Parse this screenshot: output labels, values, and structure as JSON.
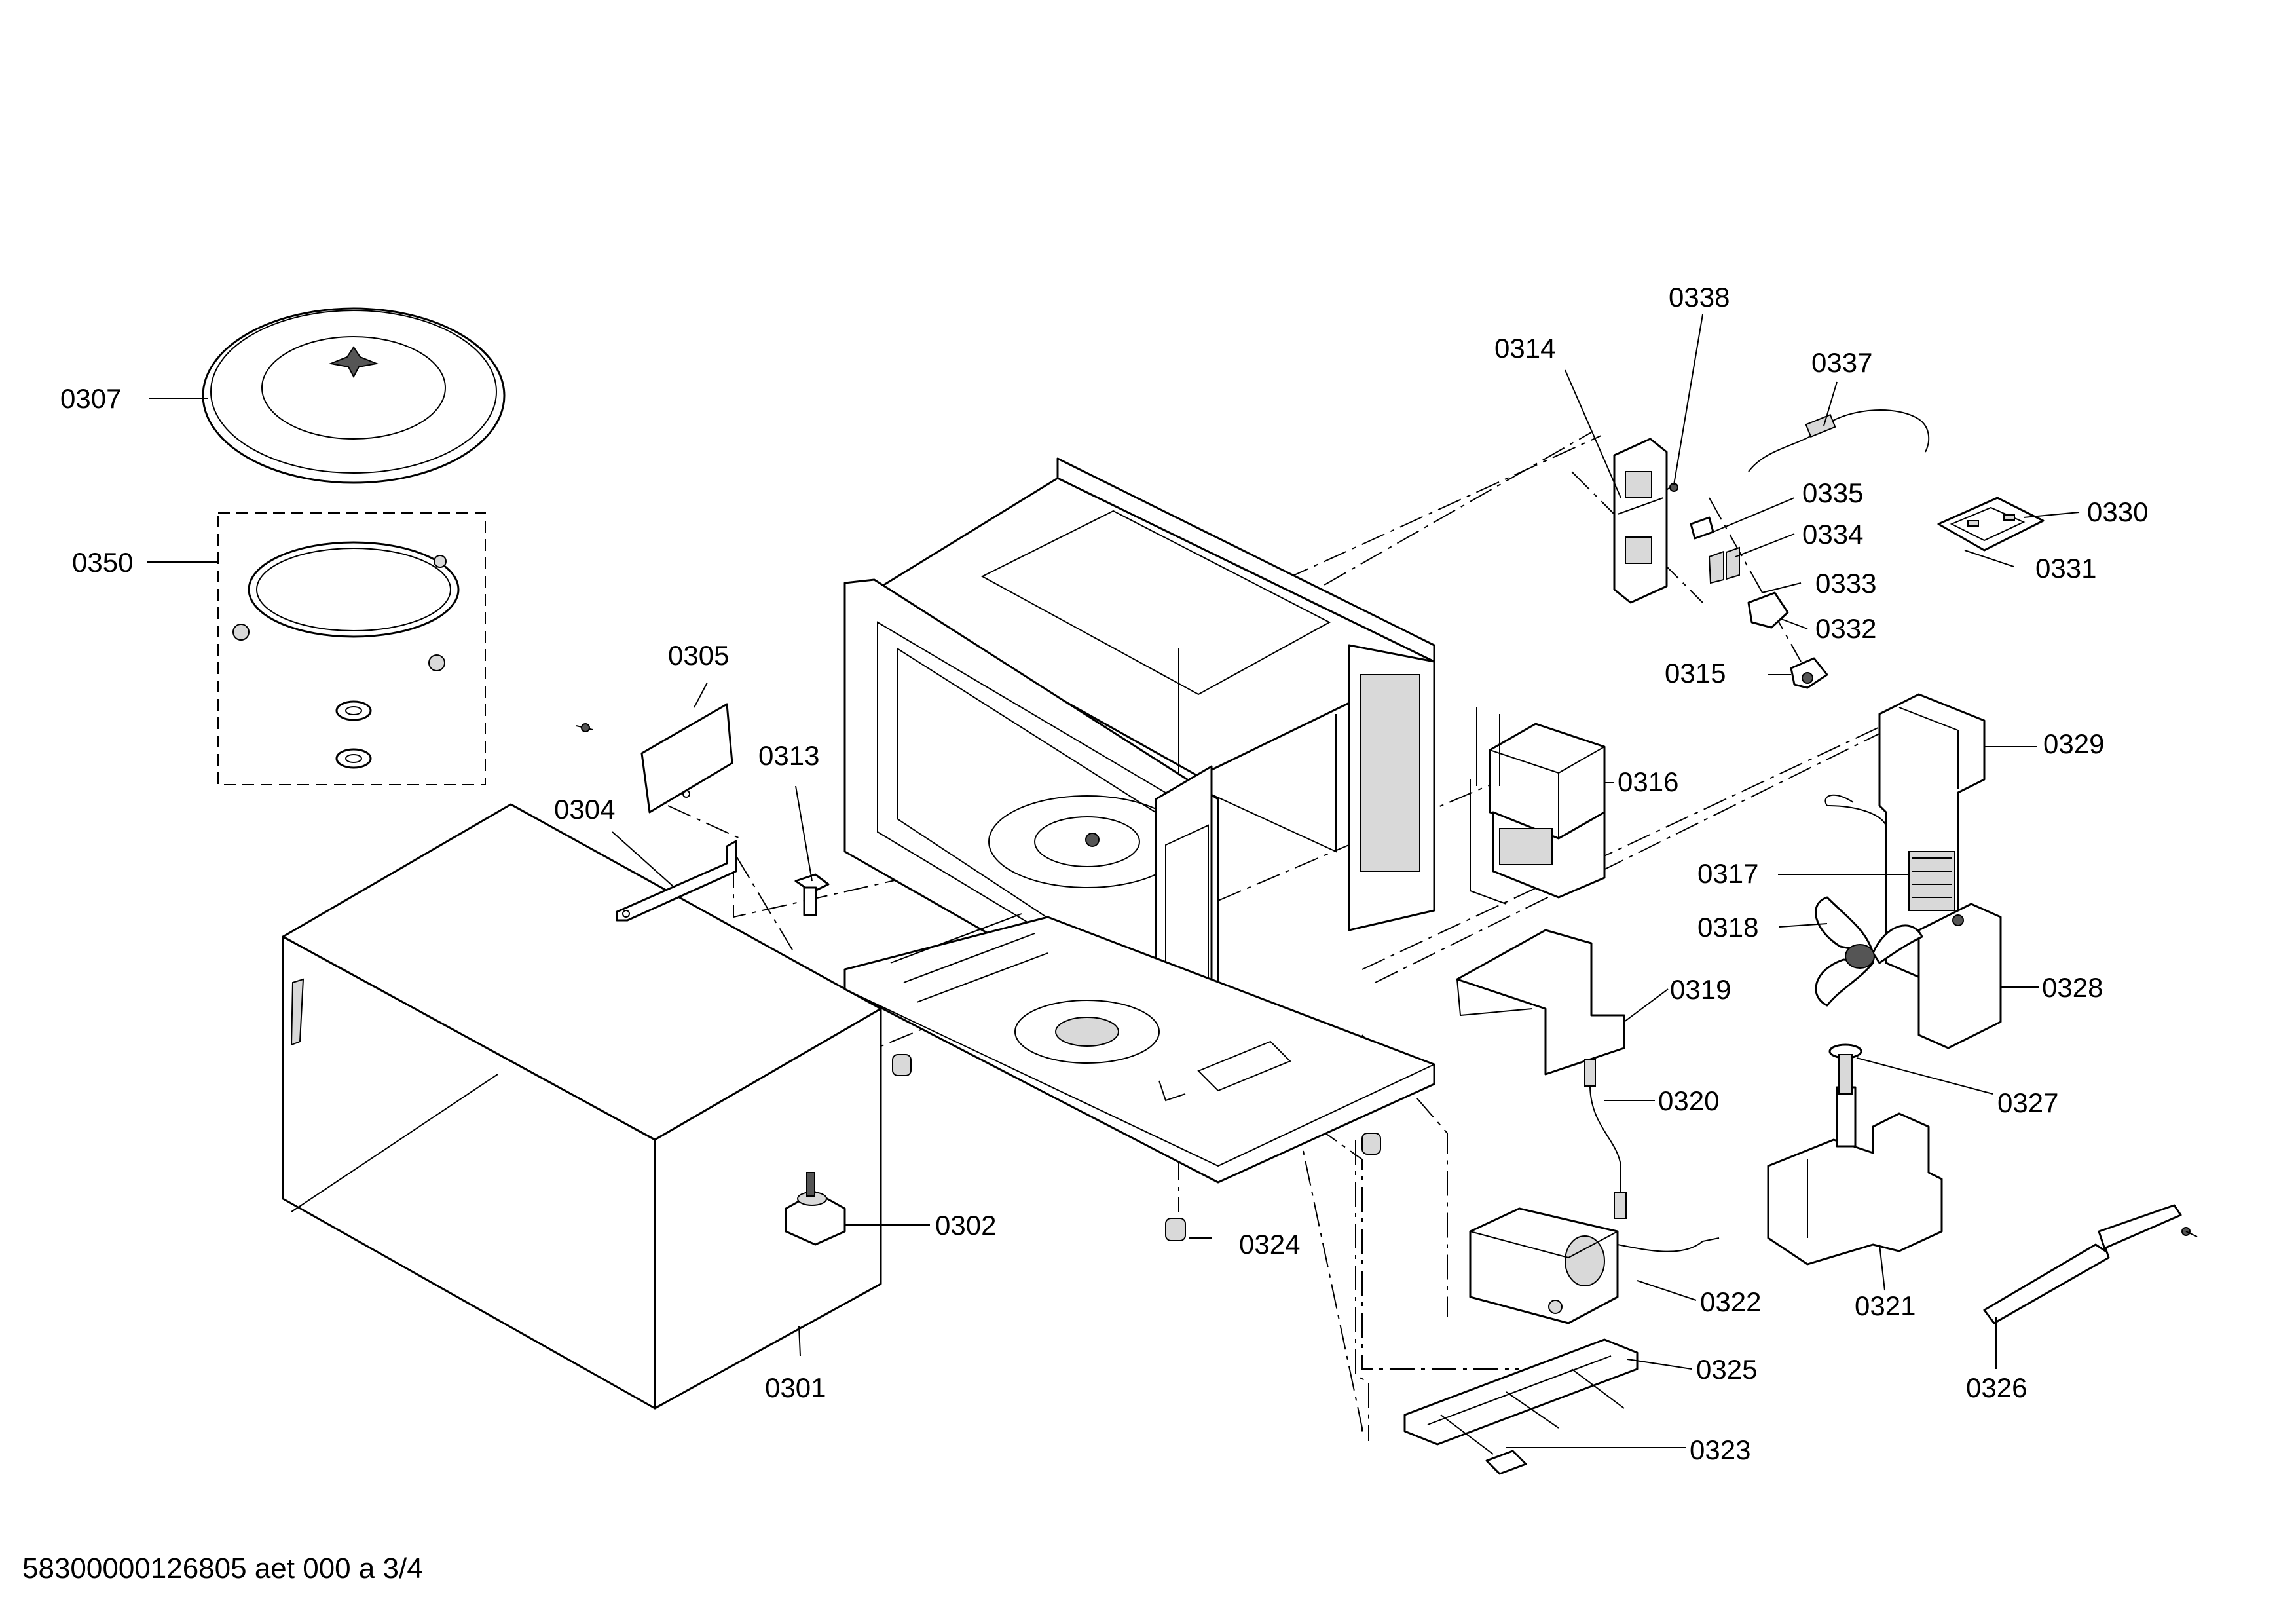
{
  "footer": {
    "document_id": "58300000126805 aet 000 a 3/4"
  },
  "callouts": {
    "c0301": "0301",
    "c0302": "0302",
    "c0304": "0304",
    "c0305": "0305",
    "c0307": "0307",
    "c0313": "0313",
    "c0314": "0314",
    "c0315": "0315",
    "c0316": "0316",
    "c0317": "0317",
    "c0318": "0318",
    "c0319": "0319",
    "c0320": "0320",
    "c0321": "0321",
    "c0322": "0322",
    "c0323": "0323",
    "c0324": "0324",
    "c0325": "0325",
    "c0326": "0326",
    "c0327": "0327",
    "c0328": "0328",
    "c0329": "0329",
    "c0330": "0330",
    "c0331": "0331",
    "c0332": "0332",
    "c0333": "0333",
    "c0334": "0334",
    "c0335": "0335",
    "c0337": "0337",
    "c0338": "0338",
    "c0350": "0350"
  }
}
